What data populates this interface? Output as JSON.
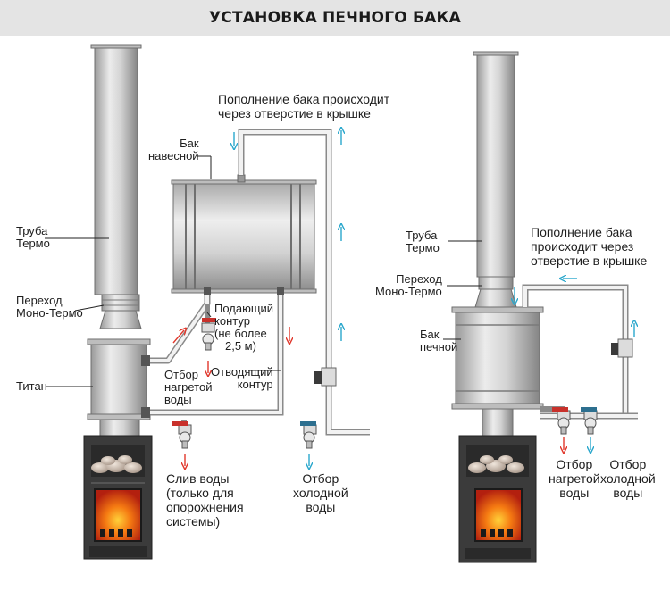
{
  "header": {
    "title": "УСТАНОВКА ПЕЧНОГО БАКА"
  },
  "colors": {
    "hot_arrow": "#e0372b",
    "cold_arrow": "#2aa7cc",
    "hot_valve": "#c8312b",
    "cold_valve": "#2d6f8f",
    "header_bg": "#e4e4e4"
  },
  "icons": {
    "flow_arrow": "arrow-icon",
    "valve": "valve-icon",
    "fire": "fire-icon",
    "stones": "stones-icon"
  },
  "left": {
    "refill": [
      "Пополнение бака происходит",
      "через отверстие в крышке"
    ],
    "tank": [
      "Бак",
      "навесной"
    ],
    "pipe": [
      "Труба",
      "Термо"
    ],
    "adapter": [
      "Переход",
      "Моно-Термо"
    ],
    "titan": "Титан",
    "supply": [
      "Подающий",
      "контур",
      "(не более",
      "2,5 м)"
    ],
    "return": [
      "Отводящий",
      "контур"
    ],
    "hot_tap": [
      "Отбор",
      "нагретой",
      "воды"
    ],
    "drain": [
      "Слив воды",
      "(только для",
      "опорожнения",
      "системы)"
    ],
    "cold_tap": [
      "Отбор",
      "холодной",
      "воды"
    ]
  },
  "right": {
    "pipe": [
      "Труба",
      "Термо"
    ],
    "refill": [
      "Пополнение бака",
      "происходит через",
      "отверстие в крышке"
    ],
    "adapter": [
      "Переход",
      "Моно-Термо"
    ],
    "tank": [
      "Бак",
      "печной"
    ],
    "hot_tap": [
      "Отбор",
      "нагретой",
      "воды"
    ],
    "cold_tap": [
      "Отбор",
      "холодной",
      "воды"
    ]
  }
}
